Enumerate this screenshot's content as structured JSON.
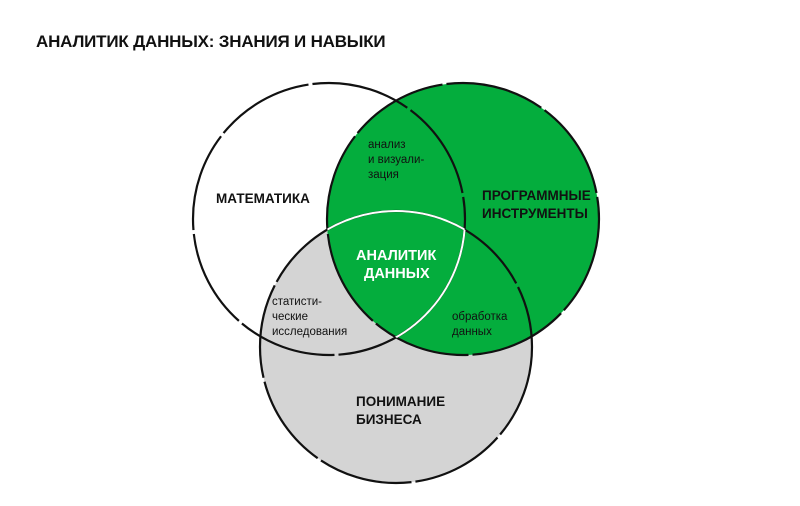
{
  "title": "АНАЛИТИК ДАННЫХ: ЗНАНИЯ И НАВЫКИ",
  "colors": {
    "green": "#04ad3d",
    "gray": "#d4d4d4",
    "stroke": "#111111",
    "white": "#ffffff"
  },
  "sets": {
    "math": {
      "label": "МАТЕМАТИКА"
    },
    "tools": {
      "line1": "ПРОГРАММНЫЕ",
      "line2": "ИНСТРУМЕНТЫ"
    },
    "business": {
      "line1": "ПОНИМАНИЕ",
      "line2": "БИЗНЕСА"
    }
  },
  "intersections": {
    "math_tools": {
      "line1": "анализ",
      "line2": "и визуали-",
      "line3": "зация"
    },
    "math_business": {
      "line1": "статисти-",
      "line2": "ческие",
      "line3": "исследования"
    },
    "tools_business": {
      "line1": "обработка",
      "line2": "данных"
    },
    "center": {
      "line1": "АНАЛИТИК",
      "line2": "ДАННЫХ"
    }
  }
}
